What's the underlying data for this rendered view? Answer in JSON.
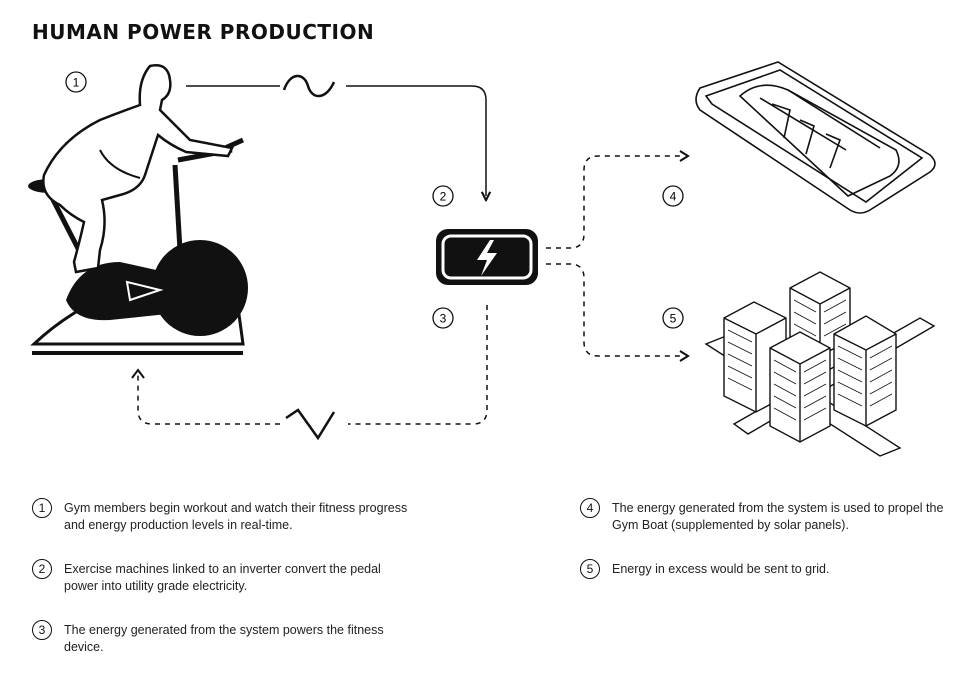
{
  "title": "HUMAN POWER PRODUCTION",
  "markers": {
    "m1": "1",
    "m2": "2",
    "m3": "3",
    "m4": "4",
    "m5": "5"
  },
  "legend": [
    {
      "num": "1",
      "text": "Gym members begin workout and watch their fitness progress and energy production levels in real-time."
    },
    {
      "num": "2",
      "text": "Exercise machines linked to an inverter convert the pedal power into utility grade electricity."
    },
    {
      "num": "3",
      "text": "The energy generated from the system powers the fitness device."
    },
    {
      "num": "4",
      "text": "The energy generated from the system is used to propel the Gym Boat (supplemented by solar panels)."
    },
    {
      "num": "5",
      "text": "Energy in excess would be sent to grid."
    }
  ],
  "icons": {
    "bike": "exercise-bike-with-rider-icon",
    "inverter": "lightning-bolt-inverter-icon",
    "boat": "gym-boat-icon",
    "buildings": "city-buildings-icon",
    "ac_wave": "sine-wave-icon",
    "dc_wave": "zigzag-wave-icon"
  }
}
